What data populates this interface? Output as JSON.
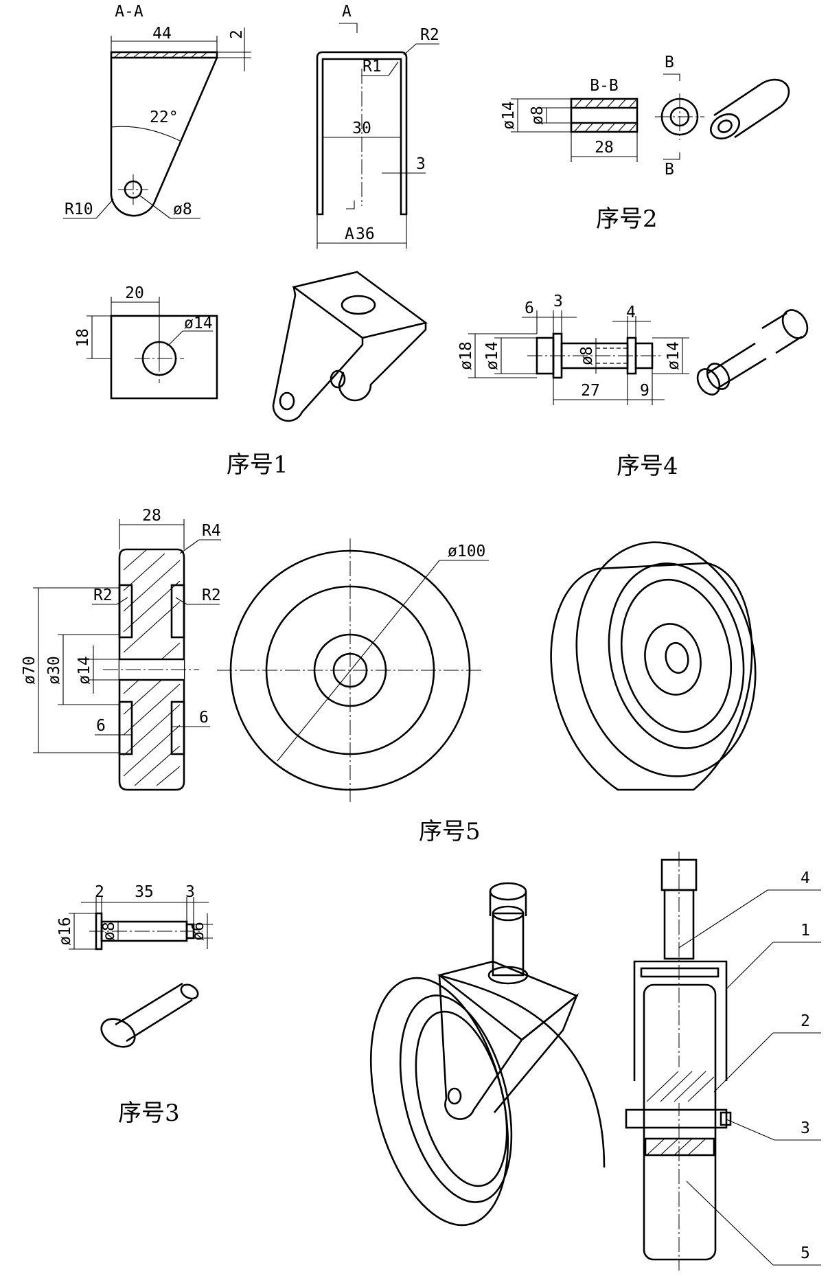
{
  "part1": {
    "caption": "序号1",
    "section_label": "A-A",
    "view_marker_top": "A",
    "view_marker_bottom": "A",
    "dims": {
      "width_44": "44",
      "thickness_2": "2",
      "angle": "22°",
      "r10": "R10",
      "hole_d8": "ø8",
      "r1": "R1",
      "r2": "R2",
      "inner_30": "30",
      "thick_3": "3",
      "outer_36": "36",
      "w20": "20",
      "h18": "18",
      "hole_d14": "ø14"
    }
  },
  "part2": {
    "caption": "序号2",
    "section_label": "B-B",
    "marker_top": "B",
    "marker_bottom": "B",
    "dims": {
      "d14": "ø14",
      "d8": "ø8",
      "len28": "28"
    }
  },
  "part3": {
    "caption": "序号3",
    "dims": {
      "h2": "2",
      "len35": "35",
      "len3": "3",
      "d16": "ø16",
      "d8": "ø8",
      "d6": "ø6"
    }
  },
  "part4": {
    "caption": "序号4",
    "dims": {
      "l6": "6",
      "l3": "3",
      "l4": "4",
      "d18": "ø18",
      "d14a": "ø14",
      "d8": "ø8",
      "d14b": "ø14",
      "l27": "27",
      "l9": "9"
    }
  },
  "part5": {
    "caption": "序号5",
    "dims": {
      "w28": "28",
      "r4": "R4",
      "r2a": "R2",
      "r2b": "R2",
      "d70": "ø70",
      "d30": "ø30",
      "d14": "ø14",
      "g6a": "6",
      "g6b": "6",
      "d100": "ø100"
    }
  },
  "assembly": {
    "balloons": [
      "4",
      "1",
      "2",
      "3",
      "5"
    ]
  }
}
